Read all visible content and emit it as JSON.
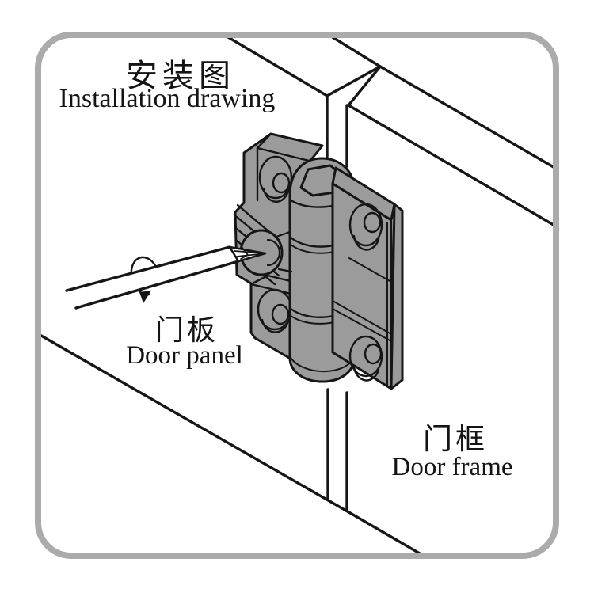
{
  "drawing": {
    "title_zh": "安装图",
    "title_en": "Installation drawing",
    "door_panel_zh": "门板",
    "door_panel_en": "Door panel",
    "door_frame_zh": "门框",
    "door_frame_en": "Door frame"
  },
  "diagram": {
    "type": "isometric installation drawing of a corner hinge",
    "parts": [
      "door panel",
      "door frame",
      "corner hinge with two wings",
      "hex hinge pin barrel",
      "countersunk screw holes",
      "screw",
      "screwdriver with rotation arrow"
    ],
    "colors": {
      "outline": "#161616",
      "hinge_fill": "#9b9b9b",
      "panel_fill": "#ffffff",
      "border": "#ababab",
      "background": "#ffffff"
    }
  }
}
